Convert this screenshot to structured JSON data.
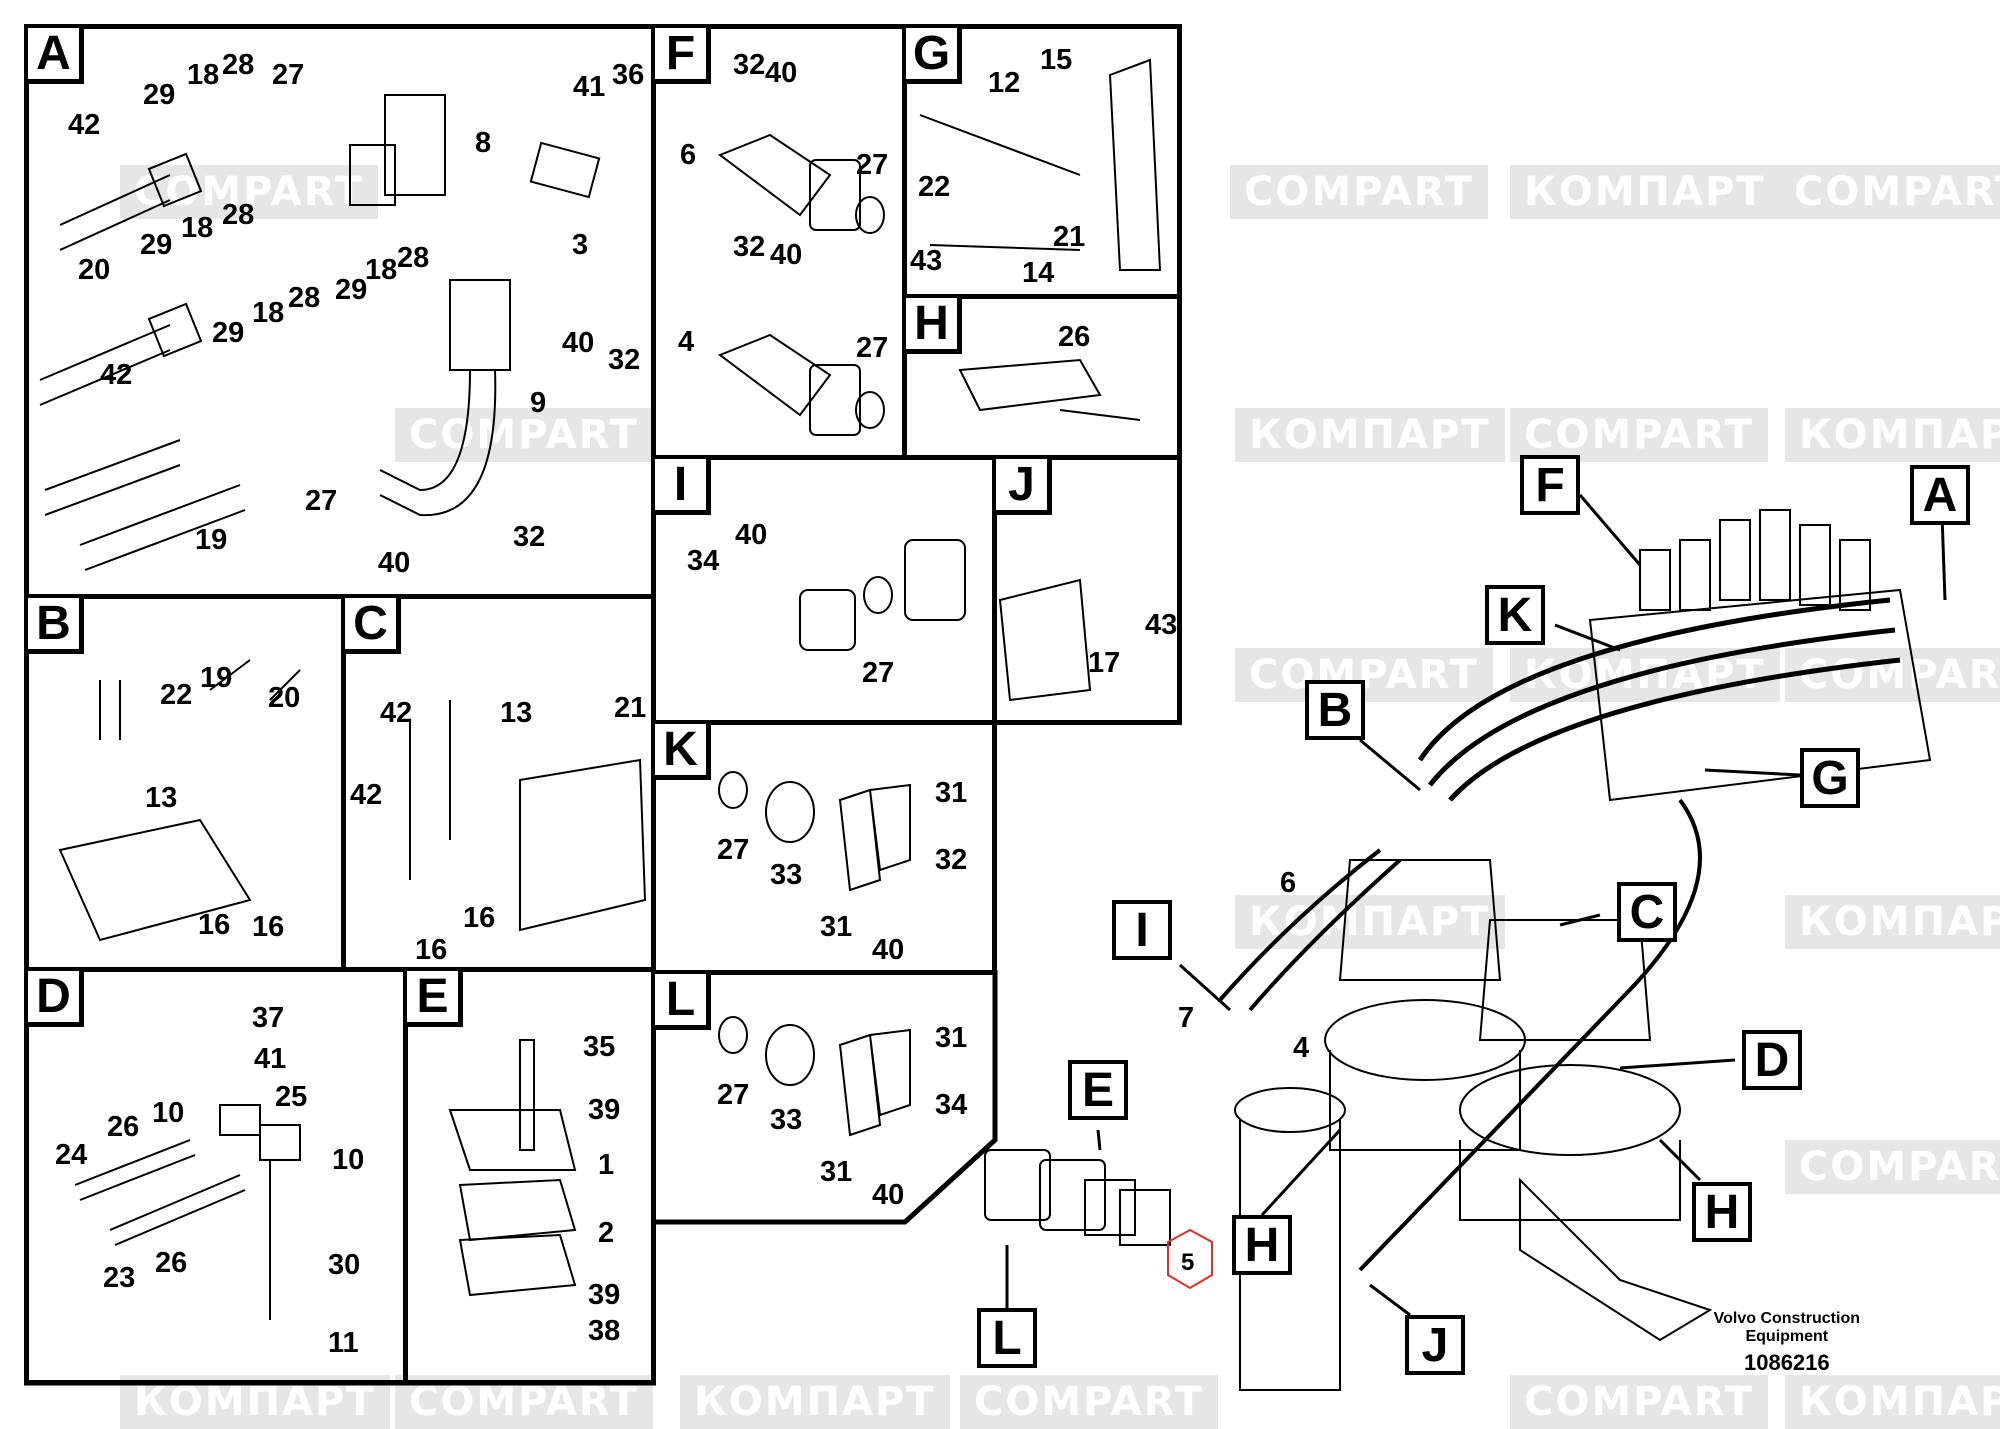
{
  "diagram": {
    "publisher": "Volvo Construction Equipment",
    "publisher_line1": "Volvo Construction",
    "publisher_line2": "Equipment",
    "drawing_number": "1086216",
    "watermarks": [
      "КОМПАРТ",
      "COMPART"
    ],
    "highlight_color": "#d9302c",
    "highlighted_item": "5"
  },
  "panels": {
    "A": {
      "label": "A",
      "callouts": [
        "42",
        "29",
        "18",
        "28",
        "27",
        "8",
        "41",
        "36",
        "3",
        "40",
        "32",
        "20",
        "29",
        "18",
        "28",
        "29",
        "18",
        "28",
        "42",
        "29",
        "18",
        "28",
        "9",
        "19",
        "27",
        "40",
        "32"
      ]
    },
    "B": {
      "label": "B",
      "callouts": [
        "22",
        "19",
        "20",
        "13",
        "16",
        "16"
      ]
    },
    "C": {
      "label": "C",
      "callouts": [
        "42",
        "13",
        "21",
        "42",
        "16",
        "16"
      ]
    },
    "D": {
      "label": "D",
      "callouts": [
        "37",
        "41",
        "25",
        "26",
        "10",
        "24",
        "10",
        "23",
        "26",
        "30",
        "11"
      ]
    },
    "E": {
      "label": "E",
      "callouts": [
        "35",
        "39",
        "1",
        "2",
        "39",
        "38"
      ]
    },
    "F": {
      "label": "F",
      "callouts": [
        "32",
        "40",
        "6",
        "27",
        "32",
        "40",
        "4",
        "27"
      ]
    },
    "G": {
      "label": "G",
      "callouts": [
        "15",
        "12",
        "22",
        "21",
        "43",
        "14"
      ]
    },
    "H": {
      "label": "H",
      "callouts": [
        "26"
      ]
    },
    "I": {
      "label": "I",
      "callouts": [
        "40",
        "34",
        "27"
      ]
    },
    "J": {
      "label": "J",
      "callouts": [
        "17",
        "43"
      ]
    },
    "K": {
      "label": "K",
      "callouts": [
        "31",
        "27",
        "33",
        "32",
        "31",
        "40"
      ]
    },
    "L": {
      "label": "L",
      "callouts": [
        "31",
        "27",
        "33",
        "34",
        "31",
        "40"
      ]
    }
  },
  "main_view": {
    "callouts": [
      "F",
      "A",
      "K",
      "B",
      "G",
      "C",
      "I",
      "D",
      "E",
      "H",
      "H",
      "J",
      "L"
    ],
    "part_numbers": [
      "6",
      "7",
      "4",
      "5"
    ]
  }
}
